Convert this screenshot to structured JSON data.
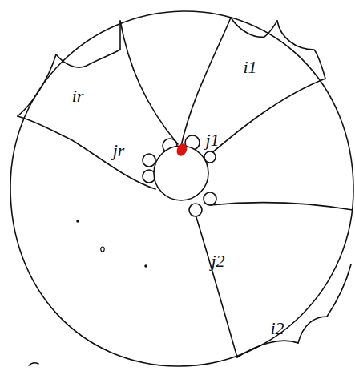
{
  "diagram": {
    "labels": [
      "ir",
      "jr",
      "i1",
      "j1",
      "j2",
      "i2"
    ]
  }
}
